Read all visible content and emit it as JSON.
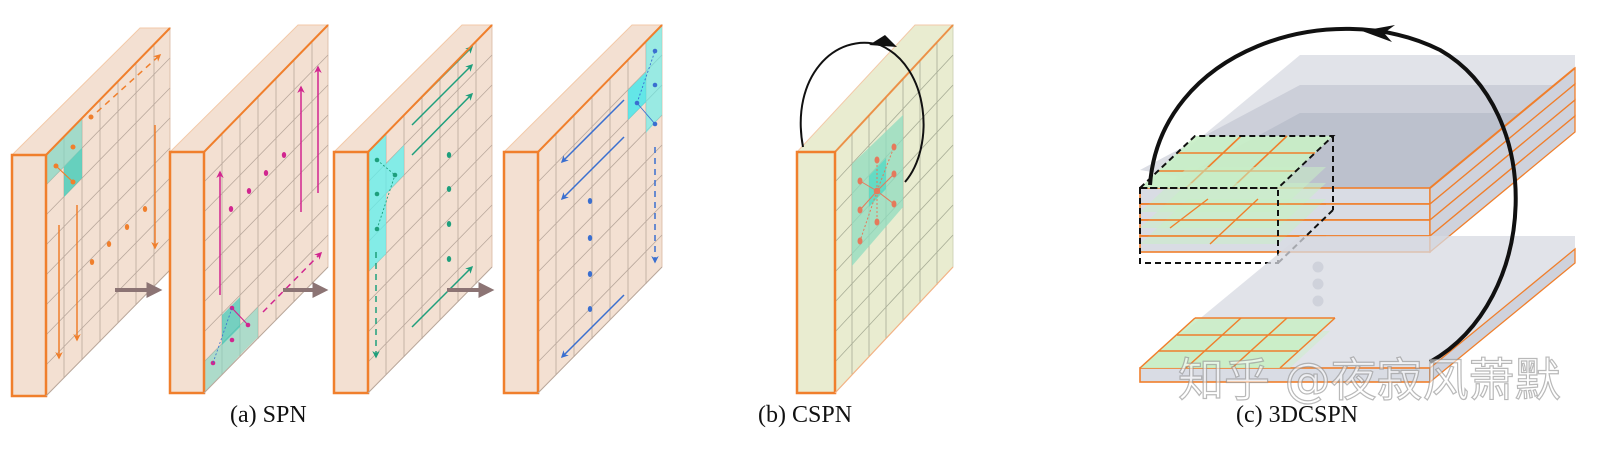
{
  "figure": {
    "panels": [
      {
        "id": "spn",
        "caption": "(a) SPN",
        "slab_fill": "#f3e0d2",
        "slab_edge": "#f07f2c",
        "highlight_fill": "#7fd7c4",
        "frames": [
          {
            "direction": "top-to-bottom / left-to-right",
            "arrow_color": "#f07f2c"
          },
          {
            "direction": "bottom-to-top",
            "arrow_color": "#d1268f"
          },
          {
            "direction": "left-to-right",
            "arrow_color": "#1e9f7c"
          },
          {
            "direction": "right-to-left",
            "arrow_color": "#3a6fd0"
          }
        ],
        "connector_arrow_color": "#8c7474"
      },
      {
        "id": "cspn",
        "caption": "(b) CSPN",
        "slab_fill": "#e9ecd0",
        "slab_edge": "#f07f2c",
        "highlight_fill": "#8fdcbf",
        "kernel_point_color": "#e57a5c",
        "loop_arrow_color": "#111111"
      },
      {
        "id": "3dcspn",
        "caption": "(c) 3DCSPN",
        "plane_fill": "#c8ccd6",
        "plane_edge": "#f07f2c",
        "kernel_cell_fill": "#c9efc6",
        "kernel_box_stroke": "#111111",
        "ellipsis_dot_color": "#b9bcc6",
        "loop_arrow_color": "#111111"
      }
    ],
    "watermark": "知乎 @夜寂风萧默"
  }
}
